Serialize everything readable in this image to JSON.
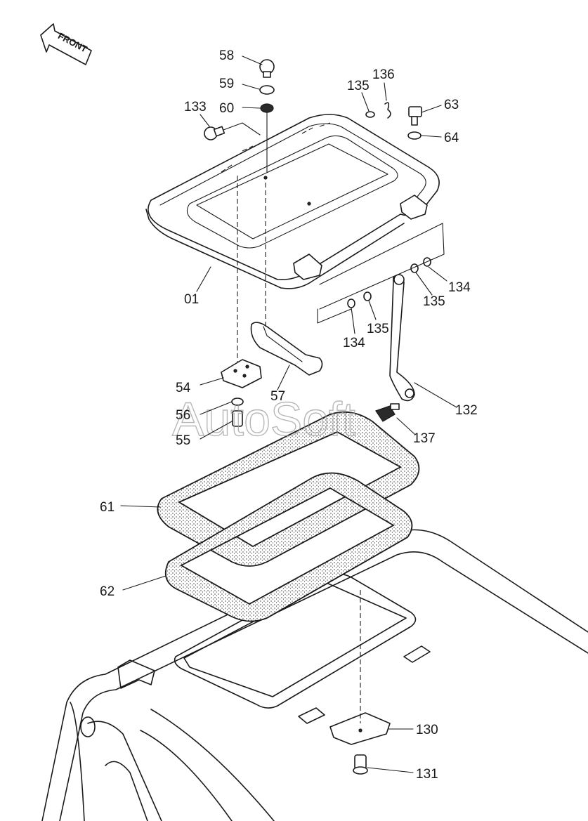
{
  "front_label": "FRONT",
  "watermark": "AutoSoft",
  "callouts": {
    "p58": "58",
    "p59": "59",
    "p60": "60",
    "p133": "133",
    "p135a": "135",
    "p136": "136",
    "p63": "63",
    "p64": "64",
    "p01": "01",
    "p134a": "134",
    "p135b": "135",
    "p135c": "135",
    "p134b": "134",
    "p54": "54",
    "p57": "57",
    "p56": "56",
    "p55": "55",
    "p132": "132",
    "p137": "137",
    "p61": "61",
    "p62": "62",
    "p130": "130",
    "p131": "131"
  }
}
